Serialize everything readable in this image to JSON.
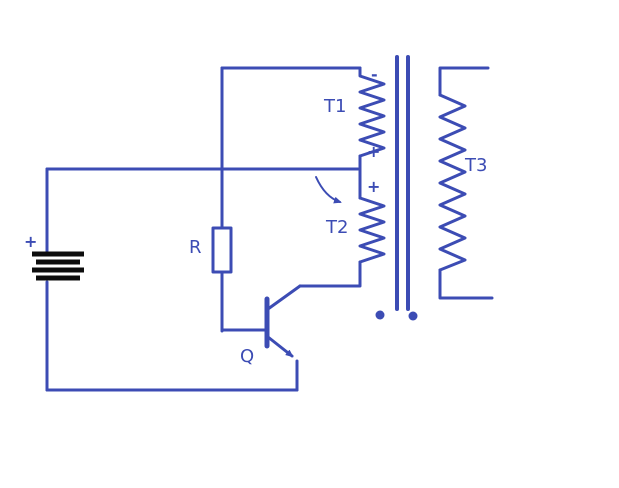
{
  "diagram": {
    "colors": {
      "wire": "#3c4cb4",
      "battery": "#0d0d0d",
      "background": "#ffffff"
    },
    "labels": {
      "battery_plus": "+",
      "t1_minus": "-",
      "t1": "T1",
      "t1_plus": "+",
      "t2_plus": "+",
      "t2": "T2",
      "t3": "T3",
      "resistor": "R",
      "transistor": "Q"
    }
  }
}
